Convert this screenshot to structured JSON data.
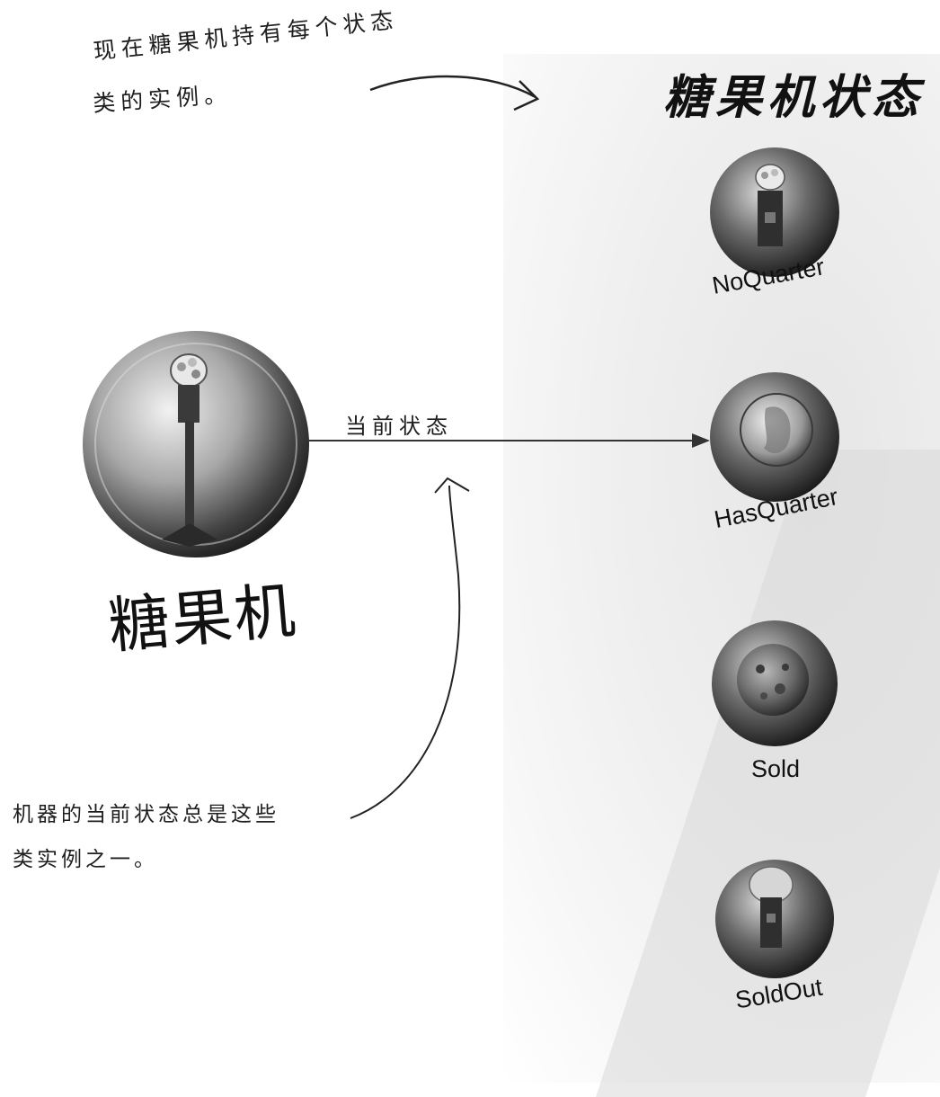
{
  "annotations": {
    "top_note_line1": "现在糖果机持有每个状态",
    "top_note_line2": "类的实例。",
    "bottom_note_line1": "机器的当前状态总是这些",
    "bottom_note_line2": "类实例之一。"
  },
  "panel": {
    "title": "糖果机状态"
  },
  "machine": {
    "label": "糖果机",
    "icon": "gumball-machine-icon"
  },
  "edge": {
    "label": "当前状态"
  },
  "states": [
    {
      "label": "NoQuarter",
      "icon": "gumball-machine-icon"
    },
    {
      "label": "HasQuarter",
      "icon": "quarter-coin-icon"
    },
    {
      "label": "Sold",
      "icon": "gumball-icon"
    },
    {
      "label": "SoldOut",
      "icon": "empty-machine-icon"
    }
  ],
  "colors": {
    "ink": "#1a1a1a",
    "sphere_dark": "#2a2a2a",
    "sphere_light": "#cfcfcf"
  }
}
